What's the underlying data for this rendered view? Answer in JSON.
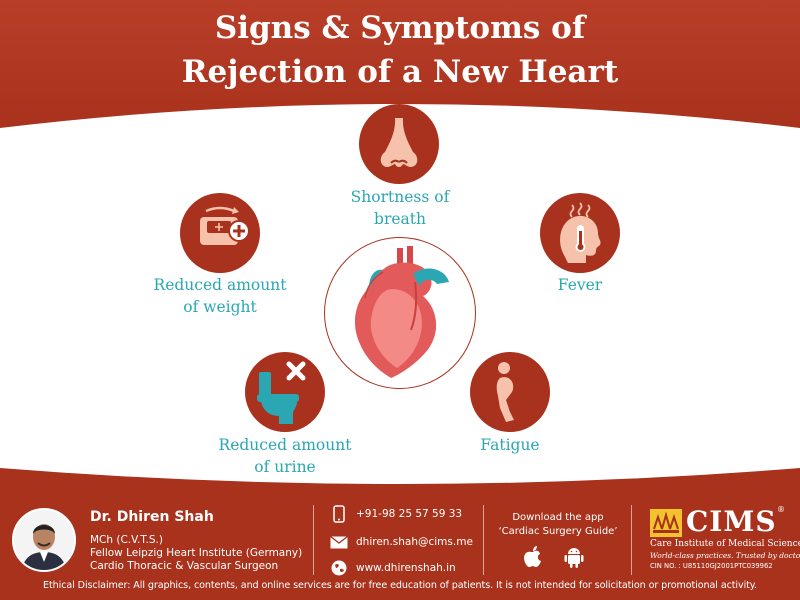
{
  "title": {
    "line1": "Signs & Symptoms of",
    "line2": "Rejection of a New Heart"
  },
  "colors": {
    "header_red": "#b33a24",
    "circle_red": "#a8321e",
    "label_teal": "#2aa7b3",
    "skin": "#f6c2ab"
  },
  "symptoms": [
    {
      "icon": "nose-icon",
      "line1": "Shortness of",
      "line2": "breath"
    },
    {
      "icon": "weighing-scale-icon",
      "line1": "Reduced amount",
      "line2": "of weight"
    },
    {
      "icon": "fever-head-icon",
      "line1": "Fever",
      "line2": ""
    },
    {
      "icon": "toilet-icon",
      "line1": "Reduced amount",
      "line2": "of urine"
    },
    {
      "icon": "fatigue-person-icon",
      "line1": "Fatigue",
      "line2": ""
    }
  ],
  "center_icon": "heart-icon",
  "footer": {
    "doctor_name": "Dr. Dhiren Shah",
    "qualification": "MCh (C.V.T.S.)",
    "fellowship": "Fellow Leipzig Heart Institute (Germany)",
    "designation": "Cardio Thoracic & Vascular Surgeon",
    "phone": "+91-98 25 57 59 33",
    "email": "dhiren.shah@cims.me",
    "website": "www.dhirenshah.in",
    "app_line1": "Download the app",
    "app_line2": "‘Cardiac Surgery Guide’",
    "cims_name": "CIMS",
    "cims_reg": "®",
    "cims_full": "Care Institute of Medical Sciences",
    "cims_tagline": "World-class practices. Trusted by doctors.",
    "cims_cin": "CIN NO. : U85110GJ2001PTC039962",
    "disclaimer": "Ethical Disclaimer: All graphics, contents, and online services are for free education of patients. It is not intended for solicitation or promotional activity."
  }
}
